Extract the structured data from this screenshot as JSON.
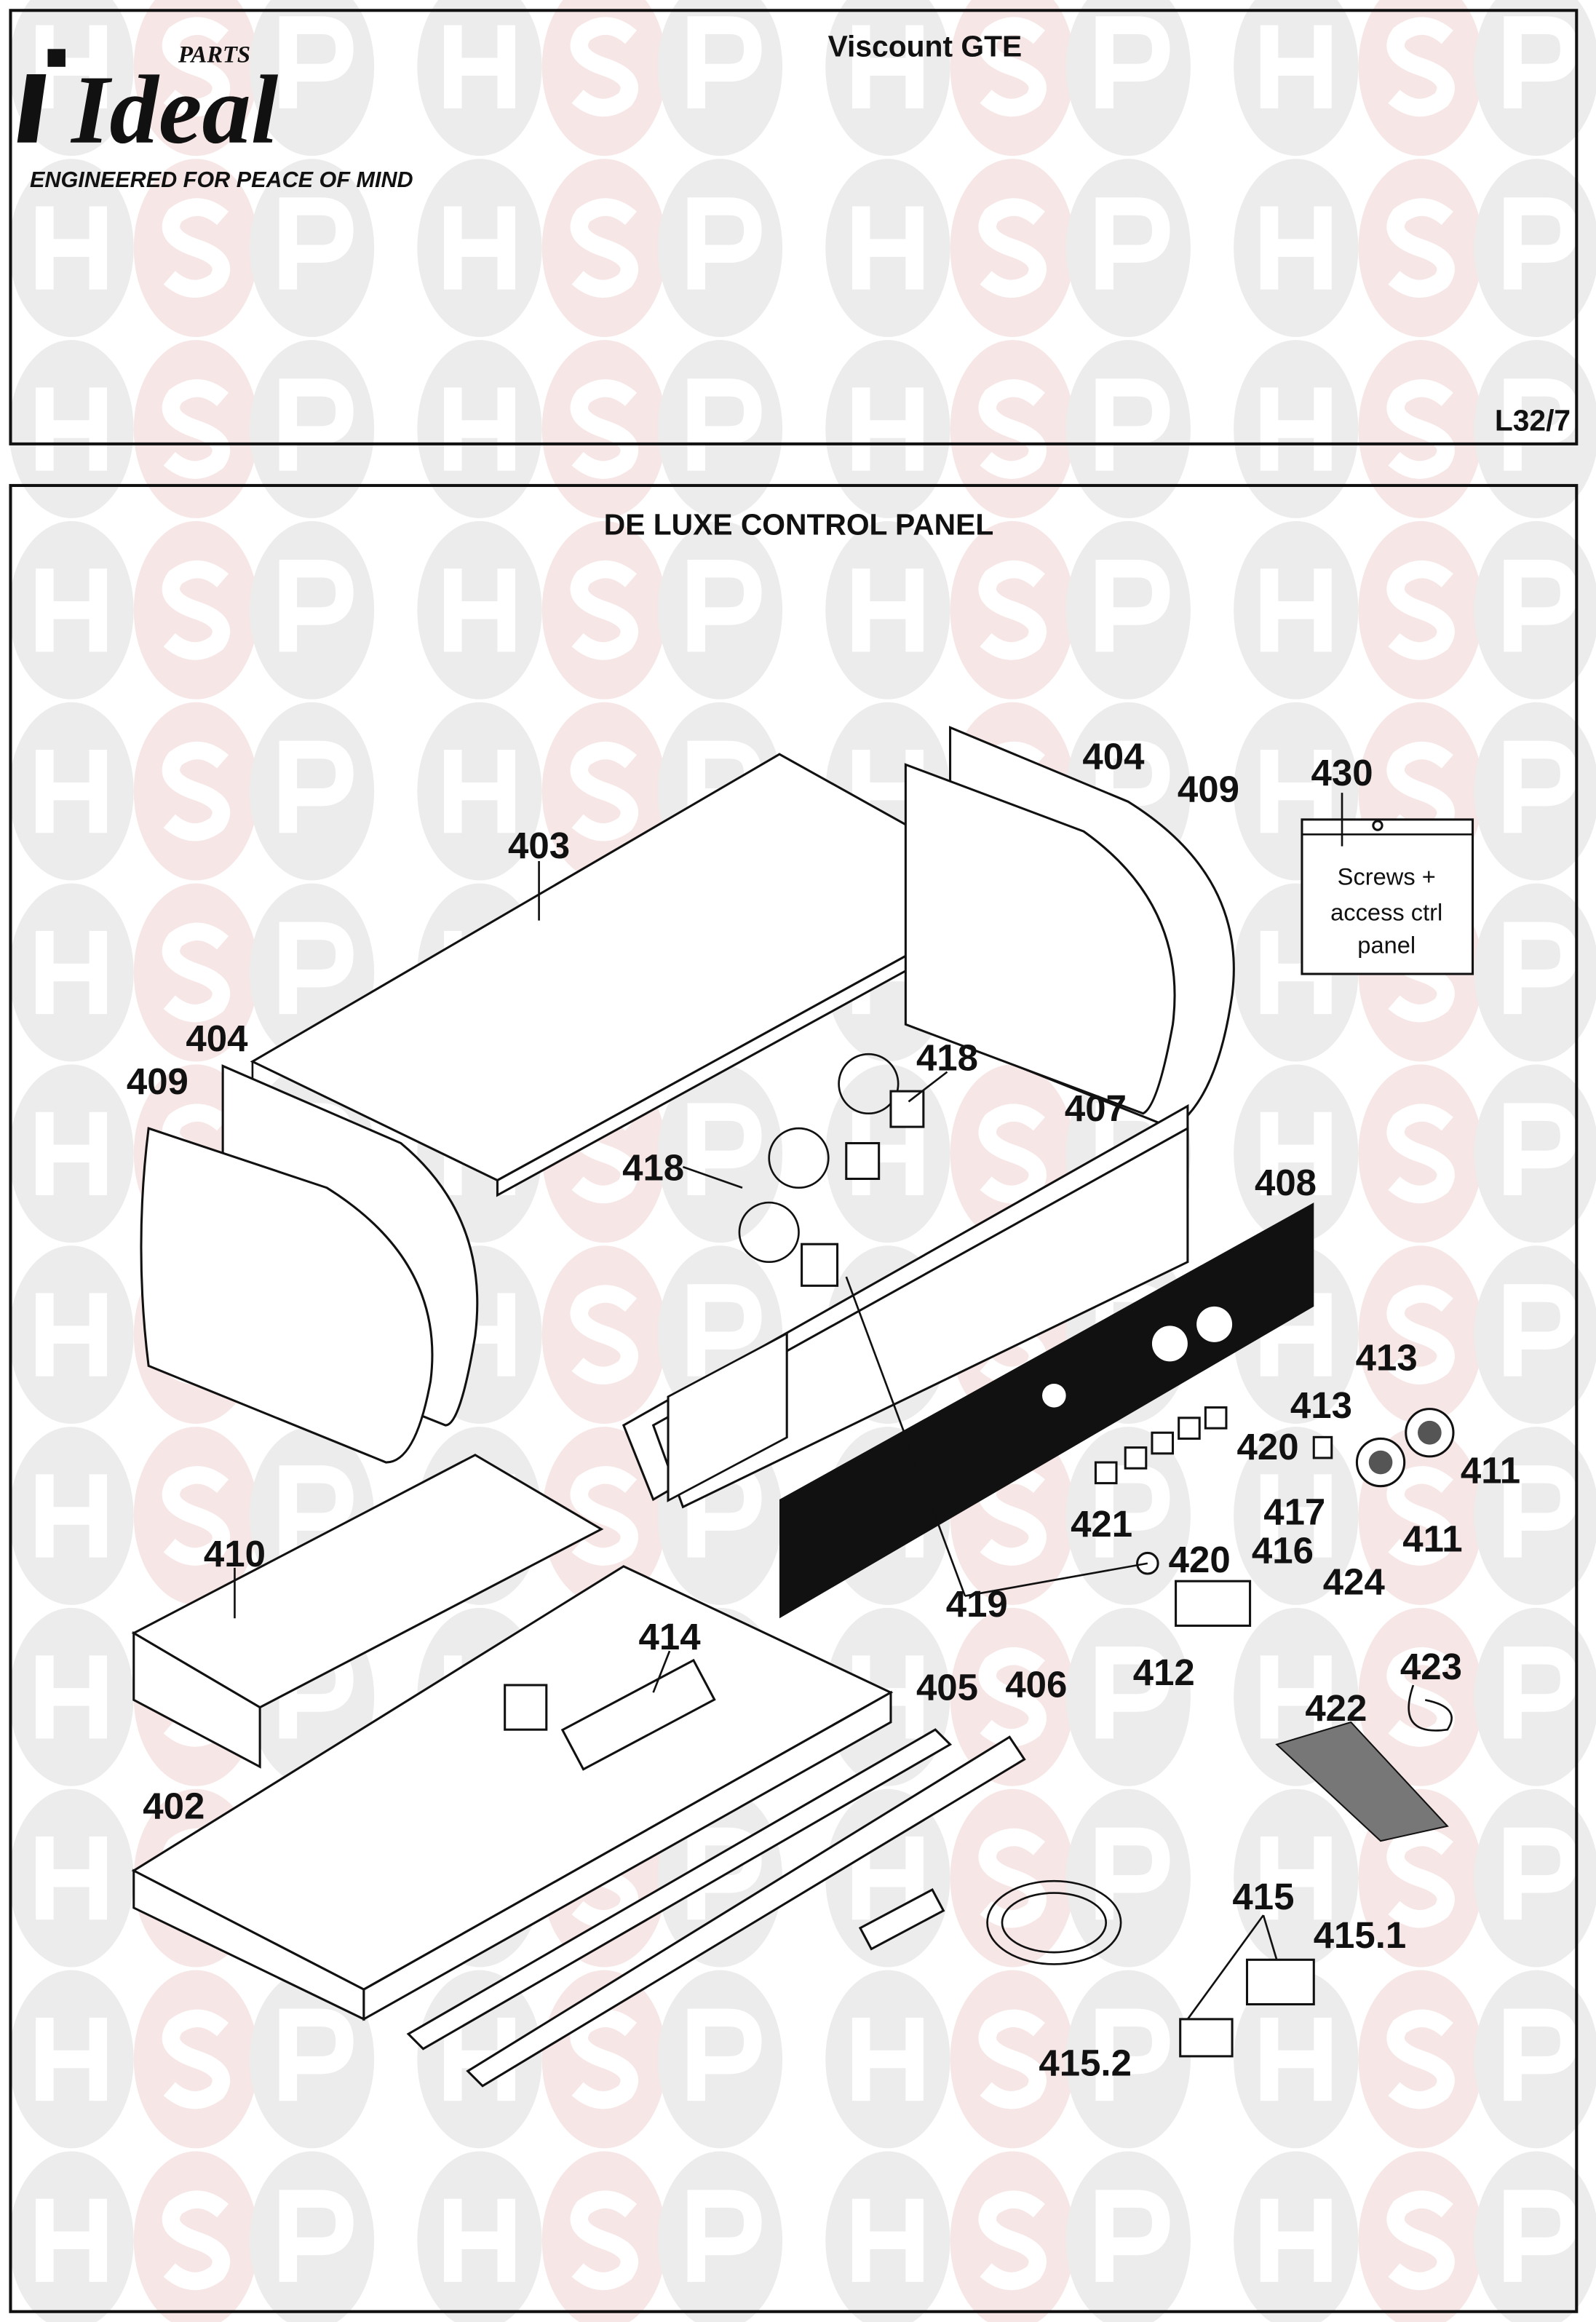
{
  "header": {
    "brand_main": "Ideal",
    "brand_super": "PARTS",
    "tagline": "ENGINEERED FOR PEACE OF MIND",
    "model": "Viscount GTE",
    "page_ref": "L32/7"
  },
  "diagram": {
    "title": "DE LUXE CONTROL PANEL",
    "bag_note": [
      "Screws +",
      "access ctrl",
      "panel"
    ],
    "callouts": [
      "403",
      "404",
      "409",
      "430",
      "404",
      "409",
      "418",
      "418",
      "407",
      "408",
      "413",
      "413",
      "420",
      "411",
      "411",
      "417",
      "416",
      "424",
      "421",
      "420",
      "419",
      "412",
      "410",
      "414",
      "405",
      "406",
      "402",
      "422",
      "423",
      "415",
      "415.1",
      "415.2"
    ]
  },
  "watermark": {
    "letters": [
      "H",
      "S",
      "P"
    ],
    "colors": [
      "#ececec",
      "#f7e6e6",
      "#ececec"
    ]
  }
}
